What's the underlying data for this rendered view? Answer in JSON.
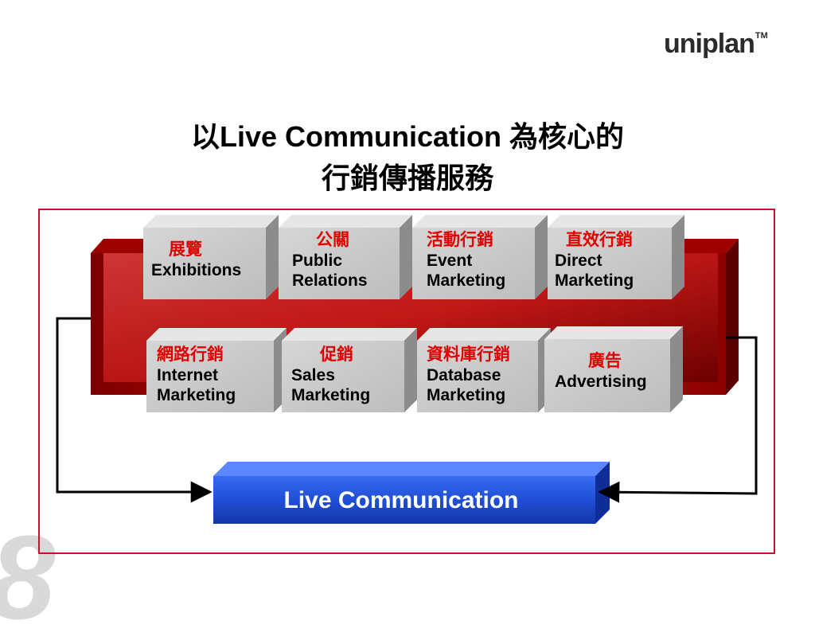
{
  "brand": {
    "name": "uniplan",
    "trademark": "TM"
  },
  "title": {
    "line1": "以Live Communication 為核心的",
    "line2": "行銷傳播服務"
  },
  "services": [
    {
      "zh": "展覽",
      "en1": "Exhibitions",
      "en2": ""
    },
    {
      "zh": "公關",
      "en1": "Public",
      "en2": "Relations"
    },
    {
      "zh": "活動行銷",
      "en1": "Event",
      "en2": "Marketing"
    },
    {
      "zh": "直效行銷",
      "en1": "Direct",
      "en2": "Marketing"
    },
    {
      "zh": "網路行銷",
      "en1": "Internet",
      "en2": "Marketing"
    },
    {
      "zh": "促銷",
      "en1": "Sales",
      "en2": "Marketing"
    },
    {
      "zh": "資料庫行銷",
      "en1": "Database",
      "en2": "Marketing"
    },
    {
      "zh": "廣告",
      "en1": "Advertising",
      "en2": ""
    }
  ],
  "core": {
    "label": "Live Communication"
  },
  "slide_number": "8",
  "colors": {
    "frame": "#c8102e",
    "red_bar": "#c00000",
    "blue_bar": "#1f4fd6",
    "box_face": "#c6c6c6",
    "chinese_text": "#e00000"
  }
}
